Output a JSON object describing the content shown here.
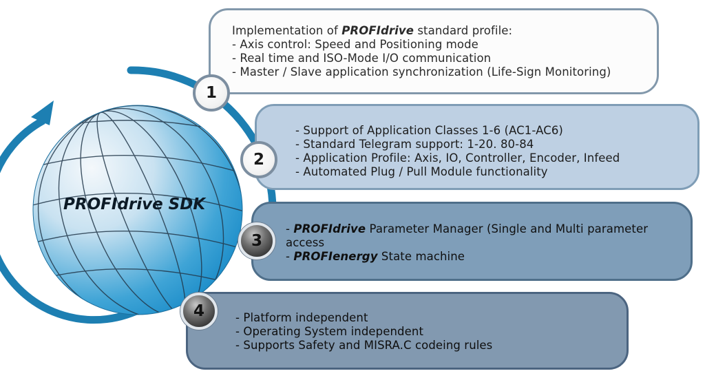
{
  "center_label": "PROFIdrive SDK",
  "colors": {
    "arrow": "#1d7fb2",
    "globe_dark": "#1588c6",
    "globe_light": "#f4f8fb",
    "grid": "#23384a"
  },
  "steps": [
    {
      "number": "1",
      "lines": [
        {
          "parts": [
            {
              "text": "Implementation of "
            },
            {
              "text": "PROFIdrive",
              "emph": true
            },
            {
              "text": " standard profile:"
            }
          ]
        },
        {
          "parts": [
            {
              "text": "- Axis control: Speed and Positioning mode"
            }
          ]
        },
        {
          "parts": [
            {
              "text": "- Real time and ISO-Mode I/O communication"
            }
          ]
        },
        {
          "parts": [
            {
              "text": "- Master / Slave application synchronization (Life-Sign Monitoring)"
            }
          ]
        }
      ]
    },
    {
      "number": "2",
      "lines": [
        {
          "parts": [
            {
              "text": "- Support of Application Classes 1-6 (AC1-AC6)"
            }
          ]
        },
        {
          "parts": [
            {
              "text": "- Standard Telegram support: 1-20. 80-84"
            }
          ]
        },
        {
          "parts": [
            {
              "text": "- Application Profile: Axis, IO, Controller, Encoder, Infeed"
            }
          ]
        },
        {
          "parts": [
            {
              "text": "- Automated Plug / Pull Module functionality"
            }
          ]
        }
      ]
    },
    {
      "number": "3",
      "lines": [
        {
          "wrap": true,
          "parts": [
            {
              "text": "- "
            },
            {
              "text": "PROFIdrive",
              "emph": true
            },
            {
              "text": " Parameter Manager (Single and Multi parameter access"
            }
          ]
        },
        {
          "parts": [
            {
              "text": "- "
            },
            {
              "text": "PROFIenergy",
              "emph": true
            },
            {
              "text": " State machine"
            }
          ]
        }
      ]
    },
    {
      "number": "4",
      "lines": [
        {
          "parts": [
            {
              "text": "- Platform independent"
            }
          ]
        },
        {
          "parts": [
            {
              "text": "- Operating System independent"
            }
          ]
        },
        {
          "parts": [
            {
              "text": "- Supports Safety and MISRA.C codeing rules"
            }
          ]
        }
      ]
    }
  ]
}
